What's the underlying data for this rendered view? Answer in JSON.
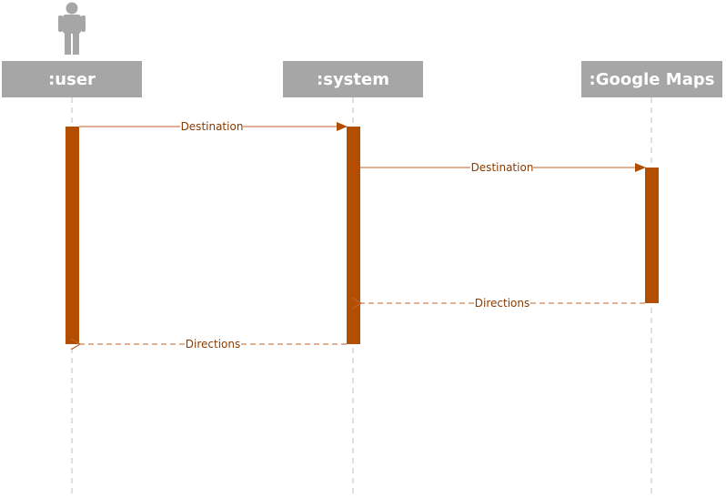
{
  "participants": {
    "user": ":user",
    "system": ":system",
    "maps": ":Google Maps"
  },
  "messages": [
    {
      "label": "Destination",
      "from": "user",
      "to": "system",
      "type": "sync"
    },
    {
      "label": "Destination",
      "from": "system",
      "to": "maps",
      "type": "sync"
    },
    {
      "label": "Directions",
      "from": "maps",
      "to": "system",
      "type": "return"
    },
    {
      "label": "Directions",
      "from": "system",
      "to": "user",
      "type": "return"
    }
  ],
  "colors": {
    "activation": "#b34e00",
    "message_line": "#c0622a",
    "header_bg": "#a6a6a6",
    "header_text": "#ffffff",
    "lifeline": "#bfbfbf",
    "actor": "#a6a6a6"
  },
  "icons": {
    "actor": "person-icon"
  }
}
